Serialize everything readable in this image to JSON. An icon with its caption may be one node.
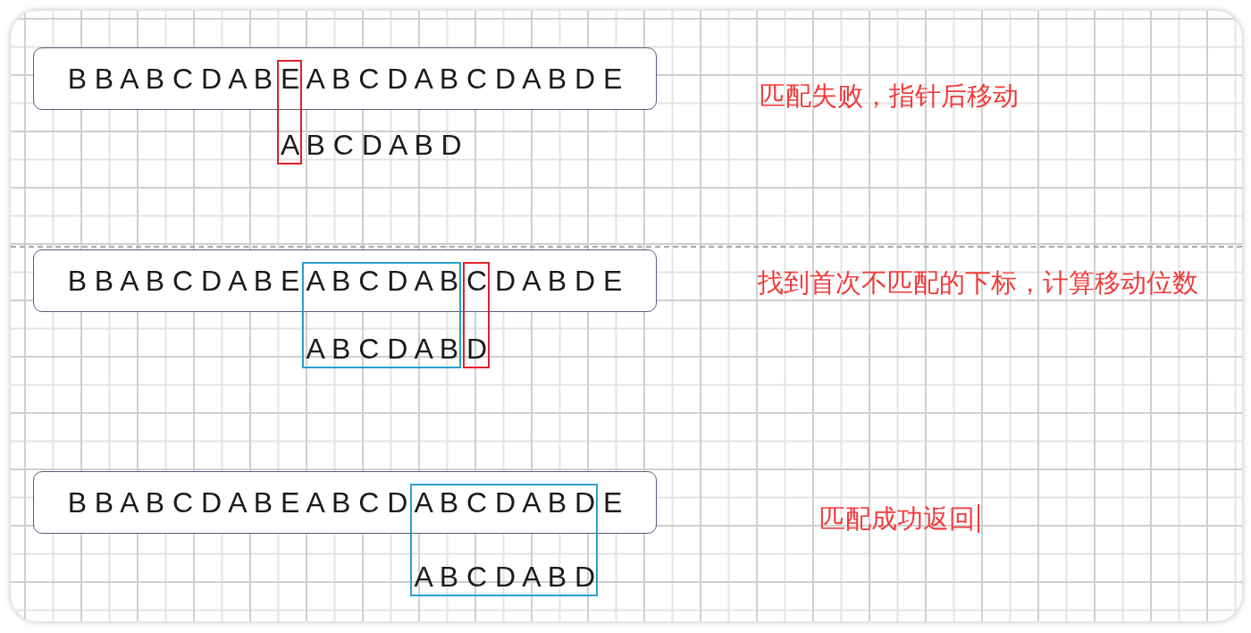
{
  "diagram": {
    "nodes": [
      {
        "text": [
          "B B A B C D A B E A B C D A B C D A B D E"
        ]
      },
      {
        "text": [
          "B B A B C D A B E A B C D A B C D A B D E"
        ]
      },
      {
        "text": [
          "B B A B C D A B E A B C D A B C D A B D E"
        ]
      }
    ],
    "labels": [
      "匹配失败，指针后移动",
      "A B C D A B D",
      "找到首次不匹配的下标，计算移动位数",
      "A B C D A B D",
      "匹配成功返回",
      "A B C D A B D"
    ]
  }
}
